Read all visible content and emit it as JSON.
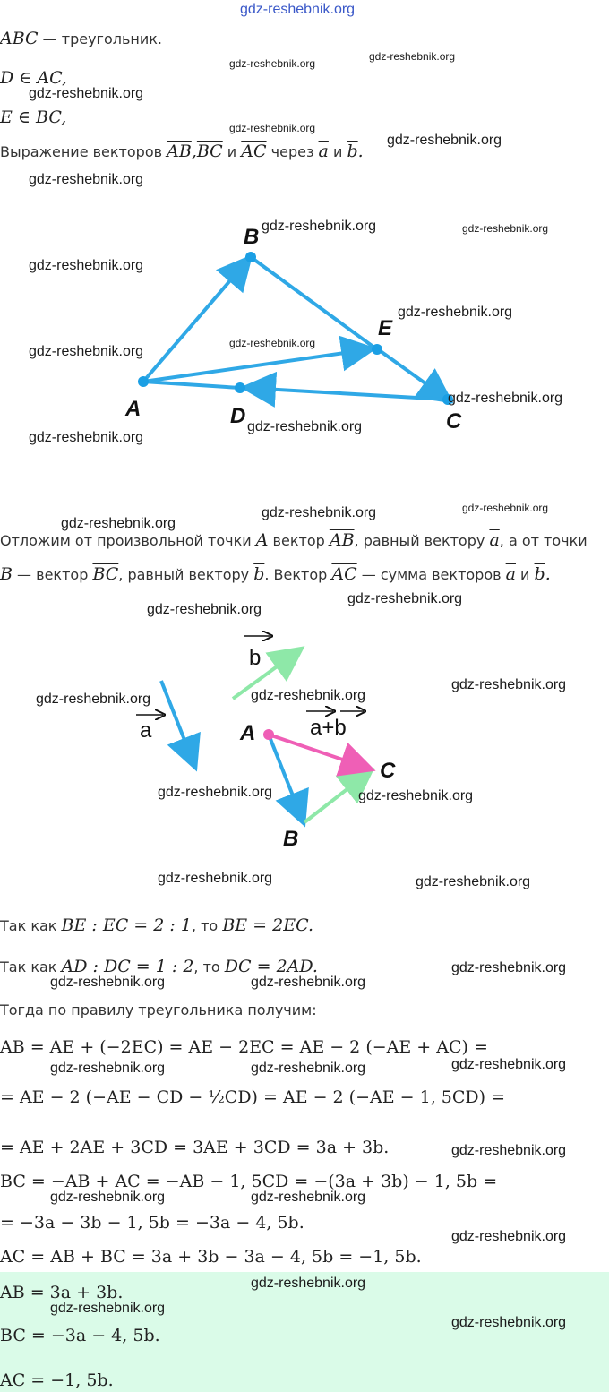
{
  "site": {
    "header_watermark": "gdz-reshebnik.org",
    "watermark": "gdz-reshebnik.org"
  },
  "intro": {
    "line1_math": "ABC",
    "line1_text": " — треугольник.",
    "line2_math": "D ∈ AC,",
    "line3_math": "E ∈ BC,",
    "line4_text_a": "Выражение векторов ",
    "line4_vec_ab": "AB",
    "line4_comma1": ",",
    "line4_vec_bc": "BC",
    "line4_and": " и ",
    "line4_vec_ac": "AC",
    "line4_through": " через ",
    "line4_vec_a": "a",
    "line4_and2": " и ",
    "line4_vec_b": "b",
    "line4_dot": "."
  },
  "figure1": {
    "labels": {
      "A": "A",
      "B": "B",
      "C": "C",
      "D": "D",
      "E": "E"
    },
    "colors": {
      "arrow": "#2fa8e6",
      "point": "#1b9fe4",
      "label": "#111111"
    }
  },
  "para2": {
    "l1_a": "Отложим от произвольной точки ",
    "l1_A": "A",
    "l1_b": " вектор ",
    "l1_AB": "AB",
    "l1_c": ", равный вектору ",
    "l1_a_vec": "a",
    "l1_d": ", а от точки",
    "l2_B": "B",
    "l2_a": " — вектор ",
    "l2_BC": "BC",
    "l2_b": ", равный вектору ",
    "l2_b_vec": "b",
    "l2_c": ". Вектор ",
    "l2_AC": "AC",
    "l2_d": " — сумма векторов ",
    "l2_a_vec": "a",
    "l2_and": " и ",
    "l2_b_vec2": "b",
    "l2_dot": "."
  },
  "figure2": {
    "labels": {
      "a": "a",
      "b": "b",
      "sum": "a+b",
      "A": "A",
      "B": "B",
      "C": "C"
    },
    "colors": {
      "blue": "#2fa8e6",
      "green": "#8ee8a8",
      "pink": "#ef5fb6",
      "point": "#ef5fb6"
    }
  },
  "solution": {
    "cond1_a": "Так как ",
    "cond1_math": "BE : EC = 2 : 1",
    "cond1_b": ", то ",
    "cond1_math2": "BE = 2EC.",
    "cond2_a": "Так как ",
    "cond2_math": "AD : DC = 1 : 2",
    "cond2_b": ", то ",
    "cond2_math2": "DC = 2AD.",
    "then": "Тогда по правилу треугольника получим:"
  },
  "equations": {
    "eq1": "AB = AE + (−2EC) = AE − 2EC = AE − 2 (−AE + AC) =",
    "eq2": "= AE − 2 (−AE − CD − ½CD) = AE − 2 (−AE − 1, 5CD) =",
    "eq3": "= AE + 2AE + 3CD = 3AE + 3CD = 3a + 3b.",
    "eq4": "BC = −AB + AC = −AB − 1, 5CD = −(3a + 3b) − 1, 5b =",
    "eq5": "= −3a − 3b − 1, 5b = −3a − 4, 5b.",
    "eq6": "AC = AB + BC = 3a + 3b − 3a − 4, 5b = −1, 5b."
  },
  "answer": {
    "ans1": "AB = 3a + 3b.",
    "ans2": "BC = −3a − 4, 5b.",
    "ans3": "AC = −1, 5b."
  }
}
